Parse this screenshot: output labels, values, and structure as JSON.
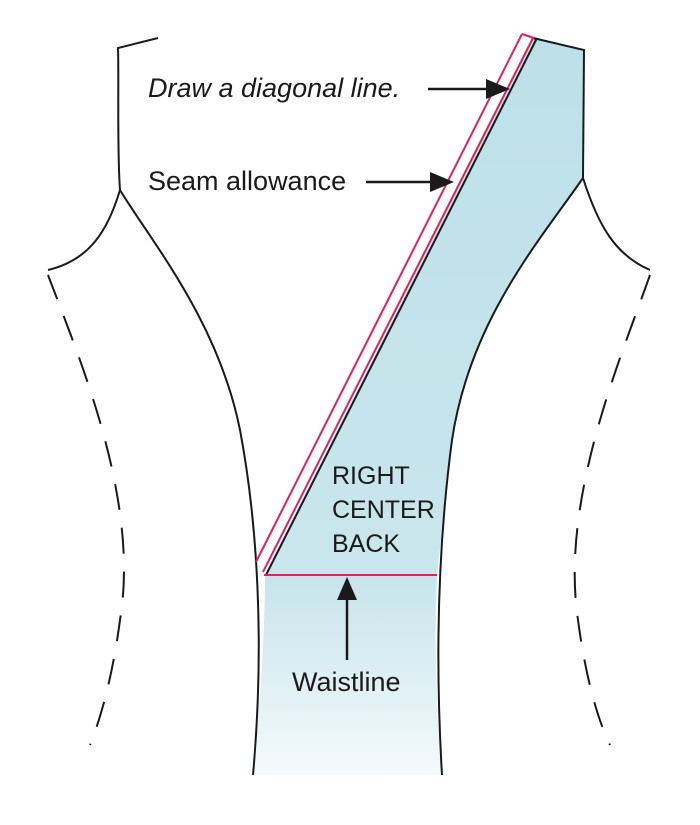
{
  "labels": {
    "diagonal_instruction": "Draw a diagonal line.",
    "seam_allowance": "Seam allowance",
    "piece_name_line1": "RIGHT",
    "piece_name_line2": "CENTER",
    "piece_name_line3": "BACK",
    "waistline": "Waistline"
  },
  "colors": {
    "outline": "#1a1a1a",
    "seam_line": "#e0225a",
    "fill_dark": "#bfe0e8",
    "fill_light": "#f4fafc"
  }
}
